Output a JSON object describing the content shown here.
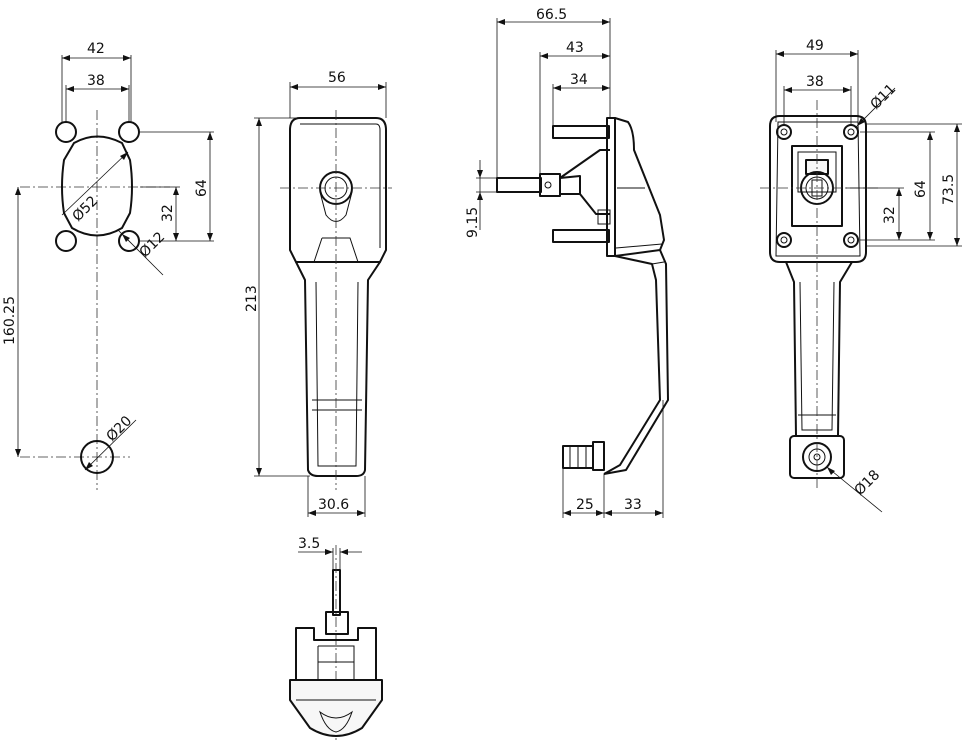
{
  "dimensions": {
    "hole_pattern": {
      "width_outer": "42",
      "width_inner": "38",
      "height_outer": "64",
      "height_inner": "32",
      "big_bore": "Ø52",
      "small_hole": "Ø12",
      "center_distance": "160.25",
      "lower_hole": "Ø20"
    },
    "front_view": {
      "width": "56",
      "height": "213",
      "grip_width": "30.6"
    },
    "bottom_view": {
      "thickness": "3.5"
    },
    "side_view": {
      "depth_total": "66.5",
      "depth_mid": "43",
      "depth_inner": "34",
      "offset": "9.15",
      "foot_left": "25",
      "foot_right": "33"
    },
    "rear_view": {
      "width_outer": "49",
      "width_inner": "38",
      "hole": "Ø11",
      "height_inner": "64",
      "height_outer": "73.5",
      "height_small": "32",
      "lower_hole": "Ø18"
    }
  }
}
